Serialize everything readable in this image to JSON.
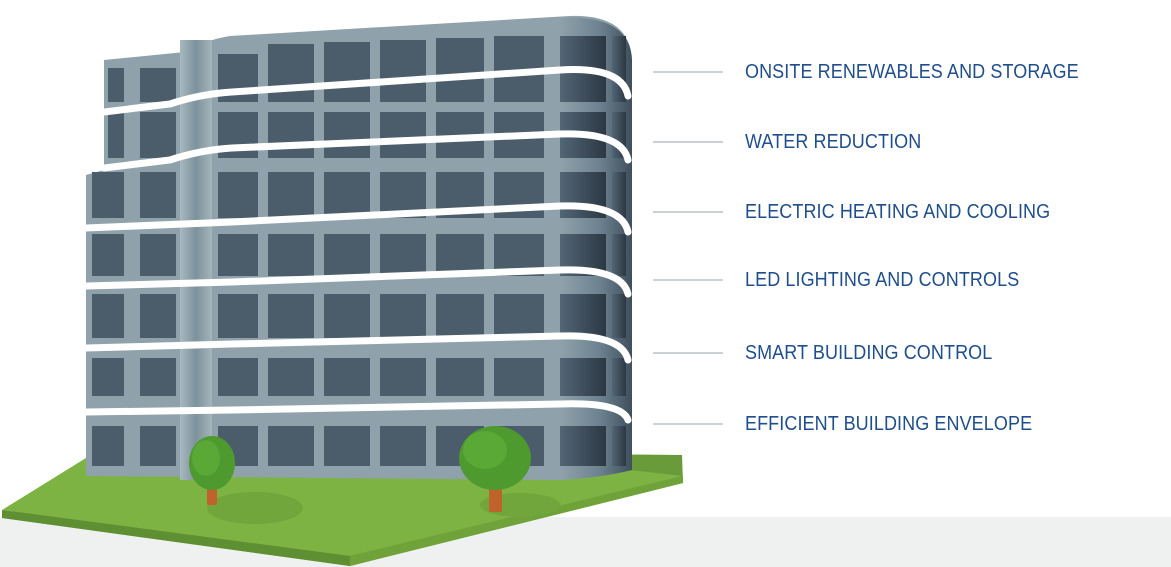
{
  "features": [
    "ONSITE RENEWABLES AND STORAGE",
    "WATER REDUCTION",
    "ELECTRIC HEATING AND COOLING",
    "LED LIGHTING AND CONTROLS",
    "SMART BUILDING CONTROL",
    "EFFICIENT BUILDING ENVELOPE"
  ],
  "colors": {
    "label": "#1f4e8c",
    "leader_line": "#c9d3d6",
    "facade": "#8fa2ab",
    "window": "#4b5d6b",
    "floor_band": "#ffffff",
    "lawn": "#7cb342",
    "tree": "#4e9a2e",
    "trunk": "#c0622b"
  }
}
